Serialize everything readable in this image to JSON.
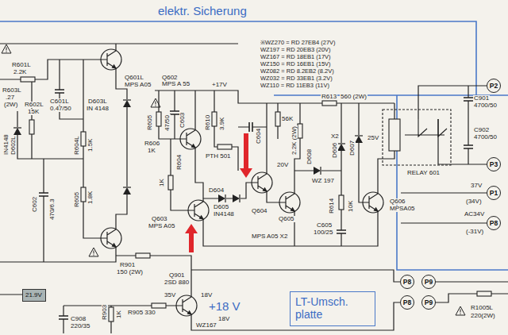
{
  "diagram": {
    "nodes": [
      {
        "text": [
          "P2"
        ]
      },
      {
        "text": [
          "P3"
        ]
      },
      {
        "text": [
          "P1"
        ]
      },
      {
        "text": [
          "P8"
        ]
      },
      {
        "text": [
          "P8"
        ]
      },
      {
        "text": [
          "P9"
        ]
      },
      {
        "text": [
          "21.9V"
        ]
      },
      {
        "text": [
          "LT-Umsch. platte"
        ]
      },
      {
        "text": [
          "P8"
        ]
      },
      {
        "text": [
          "P9"
        ]
      }
    ],
    "labels": [
      "elektr. Sicherung",
      "R601L",
      "2.2K",
      "Q601L",
      "MPS A05",
      "R603L",
      ".27",
      "(2W)",
      "R602L",
      "15K",
      "C601L",
      "0.47/50",
      "D603L",
      "IN 4148",
      "IN4148",
      "D602L",
      "R604L",
      "1.5K",
      "C602",
      "470/6.3",
      "R605",
      "1.8K",
      "Q602",
      "MPS A 55",
      "+17V",
      "R605",
      "R606",
      "1K",
      "C603",
      "47/50",
      "R610",
      "3.9K",
      "1K",
      "R604",
      "PTH 501",
      "Q603",
      "MPS A05",
      "D604",
      "D605",
      "IN4148",
      "C604",
      "R613",
      "560 (2W)",
      "56K",
      "2.2K (2W)",
      "X2",
      "D606",
      "D607",
      "D608",
      "WZ 197",
      "20V",
      "Q604",
      "Q605",
      "MPS A05 X2",
      "R614",
      "10K",
      "C605",
      "100/25",
      "25V",
      "RELAY 601",
      "Q606",
      "MPSA05",
      "※WZ270 = RD 27EB4 (27V)",
      "WZ197 = RD 20EB3 (20V)",
      "WZ167 = RD 18EB1 (17V)",
      "WZ150 = RD 16EB1 (15V)",
      "WZ082 = RD 8.2EB2 (8.2V)",
      "WZ032 = RD 33EB1 (3.2V)",
      "WZ110 = RD 11EB3 (11V)",
      "C901",
      "4700/50",
      "C902",
      "4700/50",
      "37V",
      "(34V)",
      "AC34V",
      "(-31V)",
      "R901",
      "150 (2W)",
      "Q901",
      "2SD 880",
      "35V",
      "18V",
      "R903",
      "1K",
      "R905 330",
      "C908",
      "220/35",
      "+18 V",
      "WZ167",
      "18V",
      "R1005L",
      "220(2W)"
    ]
  }
}
